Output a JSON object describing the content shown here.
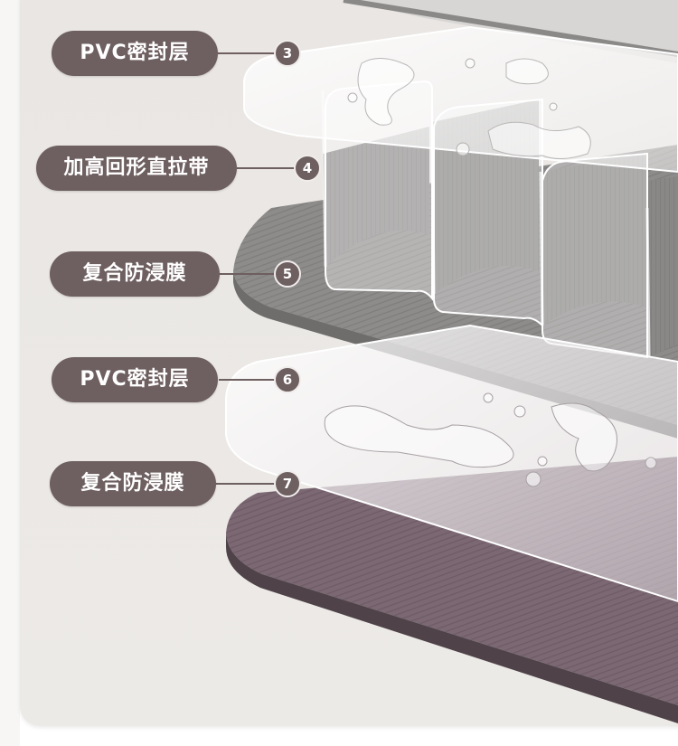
{
  "layers": [
    {
      "label": "PVC密封层",
      "number": "3"
    },
    {
      "label": "加高回形直拉带",
      "number": "4"
    },
    {
      "label": "复合防浸膜",
      "number": "5"
    },
    {
      "label": "PVC密封层",
      "number": "6"
    },
    {
      "label": "复合防浸膜",
      "number": "7"
    }
  ],
  "colors": {
    "label_bg": "#6e5f60",
    "gray_layer": "#8c8a89",
    "purple_layer": "#77636f",
    "background": "#e9e6e3"
  }
}
